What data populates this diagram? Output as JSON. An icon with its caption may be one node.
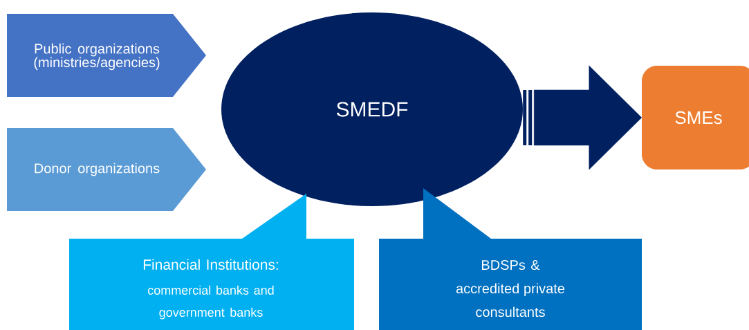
{
  "diagram": {
    "nodes": [
      {
        "text": [
          "Public organizations (ministries/agencies)"
        ]
      },
      {
        "text": [
          "Donor organizations"
        ]
      },
      {
        "text": [
          "SMEDF"
        ]
      },
      {
        "text": [
          "SMEs"
        ]
      },
      {
        "text": [
          "Financial Institutions:",
          "commercial banks and government banks"
        ]
      },
      {
        "text": [
          "BDSPs & accredited private consultants"
        ]
      }
    ],
    "edges": [
      {
        "from": 2,
        "to": 3,
        "arrow": "to",
        "style": "thick"
      }
    ]
  }
}
